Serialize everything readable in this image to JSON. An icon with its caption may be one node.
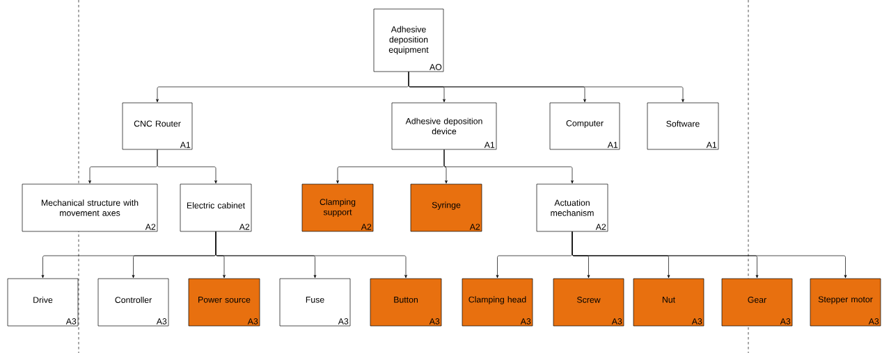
{
  "diagram": {
    "nodes": [
      {
        "text": [
          "Adhesive deposition equipment",
          "AO"
        ]
      },
      {
        "text": [
          "CNC Router",
          "A1"
        ]
      },
      {
        "text": [
          "Adhesive deposition device",
          "A1"
        ]
      },
      {
        "text": [
          "Computer",
          "A1"
        ]
      },
      {
        "text": [
          "Software",
          "A1"
        ]
      },
      {
        "text": [
          "Mechanical structure with movement axes",
          "A2"
        ]
      },
      {
        "text": [
          "Electric cabinet",
          "A2"
        ]
      },
      {
        "text": [
          "Clamping support",
          "A2"
        ]
      },
      {
        "text": [
          "Syringe",
          "A2"
        ]
      },
      {
        "text": [
          "Actuation mechanism",
          "A2"
        ]
      },
      {
        "text": [
          "Drive",
          "A3"
        ]
      },
      {
        "text": [
          "Controller",
          "A3"
        ]
      },
      {
        "text": [
          "Power source",
          "A3"
        ]
      },
      {
        "text": [
          "Fuse",
          "A3"
        ]
      },
      {
        "text": [
          "Button",
          "A3"
        ]
      },
      {
        "text": [
          "Clamping head",
          "A3"
        ]
      },
      {
        "text": [
          "Screw",
          "A3"
        ]
      },
      {
        "text": [
          "Nut",
          "A3"
        ]
      },
      {
        "text": [
          "Gear",
          "A3"
        ]
      },
      {
        "text": [
          "Stepper motor",
          "A3"
        ]
      }
    ],
    "edges": [
      {
        "from": 0,
        "to": 1,
        "arrow": "to"
      },
      {
        "from": 0,
        "to": 2,
        "arrow": "to"
      },
      {
        "from": 0,
        "to": 3,
        "arrow": "to"
      },
      {
        "from": 0,
        "to": 4,
        "arrow": "to"
      },
      {
        "from": 1,
        "to": 5,
        "arrow": "to"
      },
      {
        "from": 1,
        "to": 6,
        "arrow": "to"
      },
      {
        "from": 2,
        "to": 7,
        "arrow": "to"
      },
      {
        "from": 2,
        "to": 8,
        "arrow": "to"
      },
      {
        "from": 2,
        "to": 9,
        "arrow": "to"
      },
      {
        "from": 6,
        "to": 10,
        "arrow": "to"
      },
      {
        "from": 6,
        "to": 11,
        "arrow": "to"
      },
      {
        "from": 6,
        "to": 12,
        "arrow": "to"
      },
      {
        "from": 6,
        "to": 13,
        "arrow": "to"
      },
      {
        "from": 6,
        "to": 14,
        "arrow": "to"
      },
      {
        "from": 9,
        "to": 15,
        "arrow": "to"
      },
      {
        "from": 9,
        "to": 16,
        "arrow": "to"
      },
      {
        "from": 9,
        "to": 17,
        "arrow": "to"
      },
      {
        "from": 9,
        "to": 18,
        "arrow": "to"
      },
      {
        "from": 9,
        "to": 19,
        "arrow": "to"
      }
    ]
  }
}
